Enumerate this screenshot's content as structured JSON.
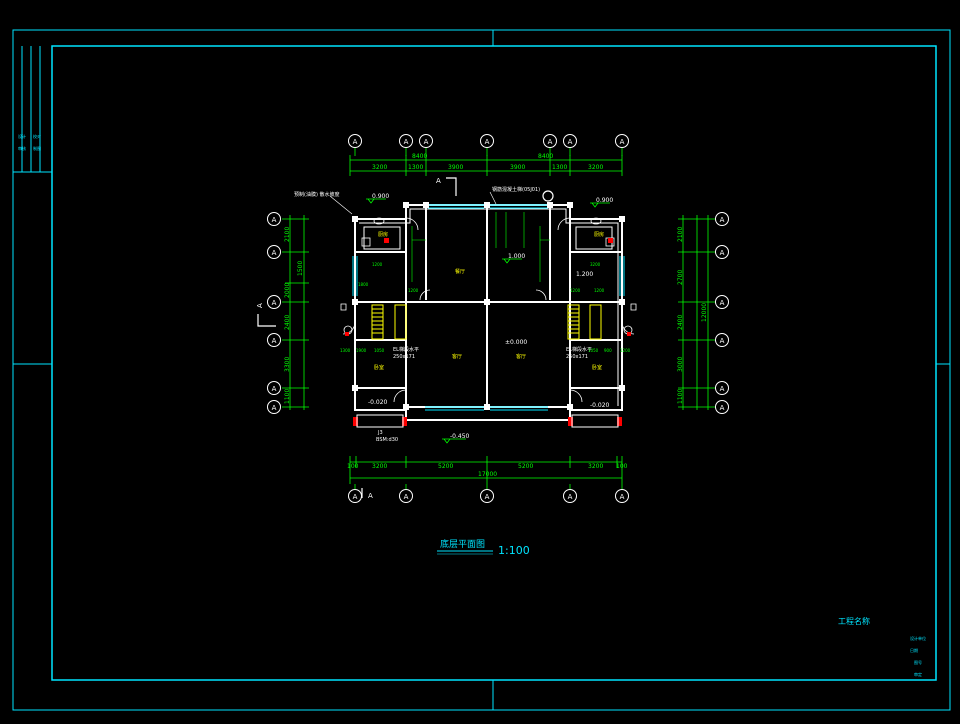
{
  "colors": {
    "frame": "#00e5ff",
    "wall": "#ffffff",
    "dim": "#00ff00",
    "text": "#ffff00",
    "stair": "#ffff00",
    "accent": "#ff0000",
    "grid_bubble": "#ffffff"
  },
  "drawing": {
    "title": "底层平面图",
    "scale": "1:100",
    "project_label": "工程名称"
  },
  "grid_labels": {
    "top": [
      "A",
      "A",
      "A",
      "A",
      "A",
      "A",
      "A"
    ],
    "bottom": [
      "A",
      "A",
      "A",
      "A",
      "A"
    ],
    "left": [
      "A",
      "A",
      "A",
      "A",
      "A",
      "A"
    ],
    "right": [
      "A",
      "A",
      "A",
      "A",
      "A",
      "A"
    ]
  },
  "dimensions": {
    "top_overall": [
      "8400",
      "8400"
    ],
    "top_segments": [
      "3200",
      "1300",
      "3900",
      "3900",
      "1300",
      "3200"
    ],
    "bottom_segments": [
      "100",
      "3200",
      "5200",
      "5200",
      "3200",
      "100"
    ],
    "bottom_overall": "17000",
    "left_segments": [
      "2100",
      "1500",
      "2000",
      "2400",
      "3300",
      "1100"
    ],
    "right_segments": [
      "2100",
      "2700",
      "2400",
      "3000",
      "1100"
    ],
    "right_overall": "12000"
  },
  "elevations": [
    "0.900",
    "0.900",
    "1.000",
    "1.200",
    "±0.000",
    "-0.020",
    "-0.020",
    "-0.450"
  ],
  "room_labels": [
    "厨房",
    "厨房",
    "餐厅",
    "客厅",
    "客厅",
    "卧室",
    "卧室"
  ],
  "annotations": {
    "stair_left": "EL梯段水平",
    "stair_left_dim": "250x171",
    "stair_right": "EL梯段水平",
    "stair_right_dim": "250x171",
    "section": "A",
    "note_top": "钢筋混凝土梯(05J01)",
    "note_left": "预制(油膜) 散水坡度",
    "detail_label": "J3",
    "detail_code": "BSM:d30"
  },
  "titleblock": {
    "rows": [
      "设计单位",
      "日期",
      "图号",
      "审定"
    ]
  }
}
